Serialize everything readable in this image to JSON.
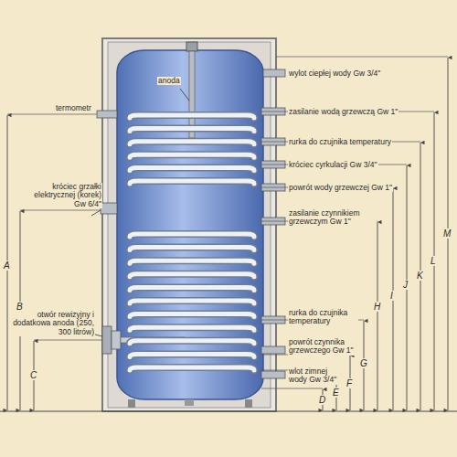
{
  "diagram": {
    "labels": [
      "anoda",
      "termometr",
      "króciec grzałki elektrycznej (korek) Gw 6/4\"",
      "otwór rewizyjny i dodatkowa anoda (250, 300 litrów)",
      "wylot ciepłej wody Gw 3/4\"",
      "zasilanie wodą grzewczą Gw 1\"",
      "rurka do czujnika temperatury",
      "króciec cyrkulacji Gw 3/4\"",
      "powrót wody grzewczej Gw 1\"",
      "zasilanie czynnikiem grzewczym Gw 1\"",
      "rurka do czujnika temperatury",
      "powrót czynnika grzewczego Gw 1\"",
      "wlot zimnej wody Gw 3/4\"",
      "A",
      "B",
      "C",
      "D",
      "E",
      "F",
      "G",
      "H",
      "I",
      "J",
      "K",
      "L",
      "M"
    ]
  }
}
